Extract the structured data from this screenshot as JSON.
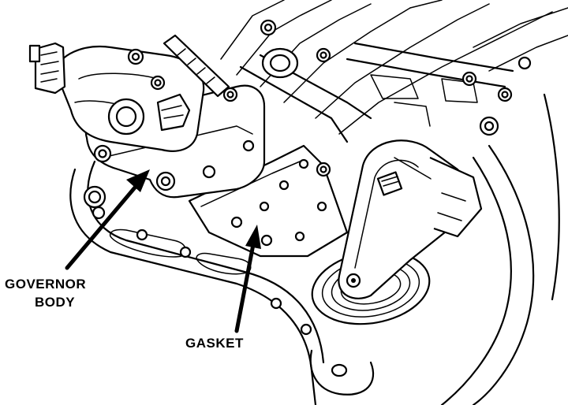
{
  "labels": {
    "governor_line1": "GOVERNOR",
    "governor_line2": "BODY",
    "gasket": "GASKET"
  },
  "colors": {
    "ink": "#000000",
    "paper": "#ffffff"
  }
}
